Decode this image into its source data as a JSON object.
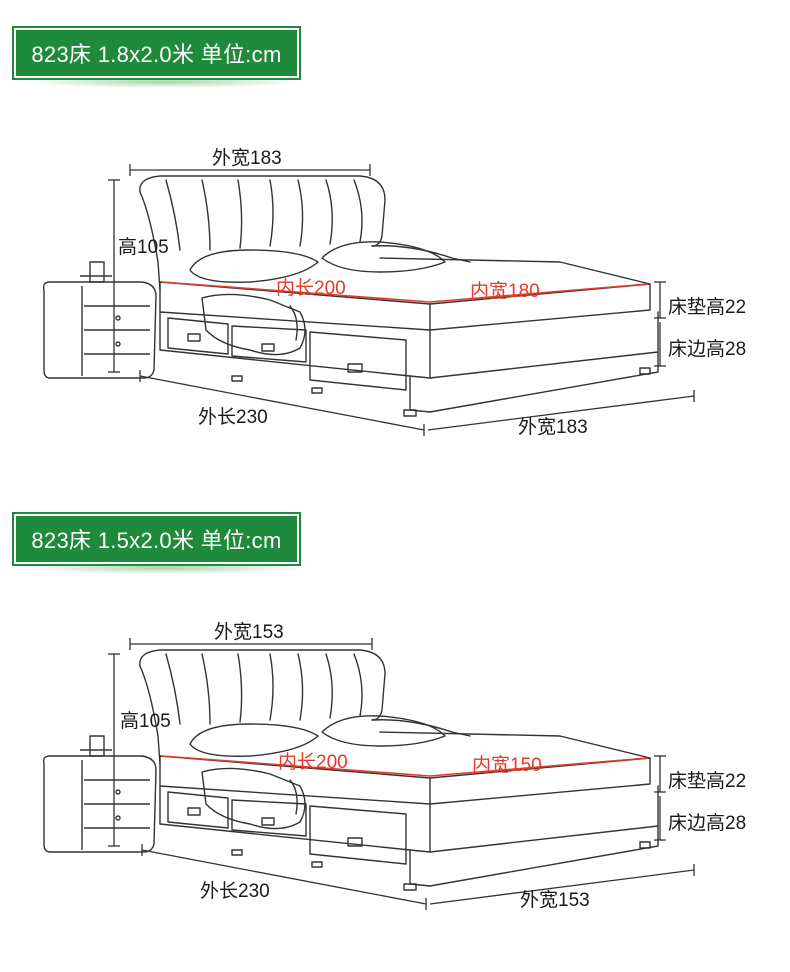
{
  "panels": [
    {
      "badge": "823床 1.8x2.0米 单位:cm",
      "labels": {
        "outer_width_top": "外宽183",
        "height": "高105",
        "inner_length": "内长200",
        "inner_width": "内宽180",
        "mattress_height": "床垫高22",
        "frame_height": "床边高28",
        "outer_length": "外长230",
        "outer_width_bottom": "外宽183"
      }
    },
    {
      "badge": "823床 1.5x2.0米 单位:cm",
      "labels": {
        "outer_width_top": "外宽153",
        "height": "高105",
        "inner_length": "内长200",
        "inner_width": "内宽150",
        "mattress_height": "床垫高22",
        "frame_height": "床边高28",
        "outer_length": "外长230",
        "outer_width_bottom": "外宽153"
      }
    }
  ],
  "colors": {
    "badge": "#1f8a3b",
    "accent_red": "#e53a2a",
    "line": "#333333"
  },
  "icons": [
    "bed-sketch",
    "nightstand-sketch"
  ]
}
